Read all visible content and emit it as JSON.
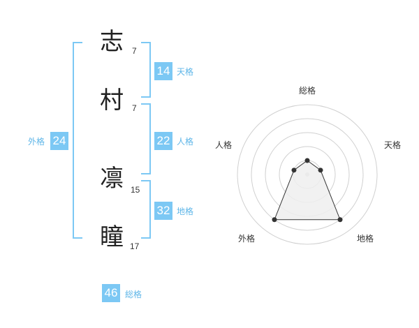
{
  "name": {
    "characters": [
      {
        "char": "志",
        "strokes": "7"
      },
      {
        "char": "村",
        "strokes": "7"
      },
      {
        "char": "凛",
        "strokes": "15"
      },
      {
        "char": "瞳",
        "strokes": "17"
      }
    ]
  },
  "kakusu": {
    "tenkaku": {
      "value": "14",
      "label": "天格"
    },
    "jinkaku": {
      "value": "22",
      "label": "人格"
    },
    "chikaku": {
      "value": "32",
      "label": "地格"
    },
    "gaikaku": {
      "value": "24",
      "label": "外格"
    },
    "soukaku": {
      "value": "46",
      "label": "総格"
    }
  },
  "radar": {
    "axes": [
      "総格",
      "天格",
      "地格",
      "外格",
      "人格"
    ],
    "levels": 5,
    "values": [
      1,
      1,
      4,
      4,
      1
    ],
    "colors": {
      "ring": "#d0d0d0",
      "fill": "#eeeeee",
      "line": "#333333",
      "point": "#333333",
      "center": "#cccccc"
    }
  }
}
